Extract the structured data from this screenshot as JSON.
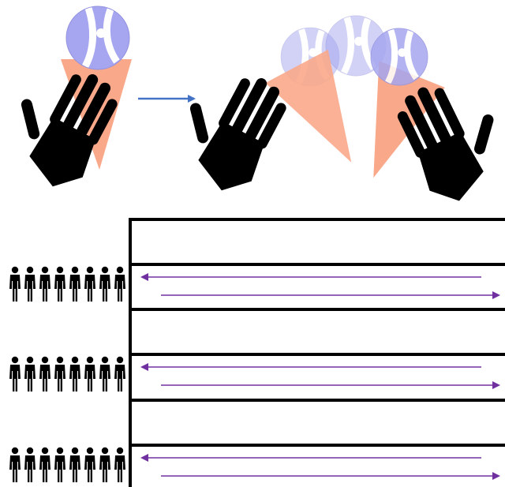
{
  "colors": {
    "ball_fill": "#a6a6f0",
    "ball_stripe": "#ffffff",
    "cone_fill": "#f9a98a",
    "hand_fill": "#000000",
    "arrow_blue": "#4472c4",
    "track_arrow_purple": "#7030a0",
    "track_lines": "#000000",
    "people_fill": "#000000"
  },
  "icons": {
    "ball": "beach-ball-icon",
    "cone": "cone-icon",
    "hand": "hand-icon",
    "person": "person-icon",
    "arrow": "right-arrow-icon"
  },
  "demo": {
    "step_arrow_direction": "right",
    "ball_trail_count": 3,
    "faded_ball_opacity": 0.55
  },
  "lanes": [
    {
      "people_count": 8,
      "arrow_top": "left",
      "arrow_bottom": "right"
    },
    {
      "people_count": 8,
      "arrow_top": "left",
      "arrow_bottom": "right"
    },
    {
      "people_count": 8,
      "arrow_top": "left",
      "arrow_bottom": "right"
    }
  ]
}
